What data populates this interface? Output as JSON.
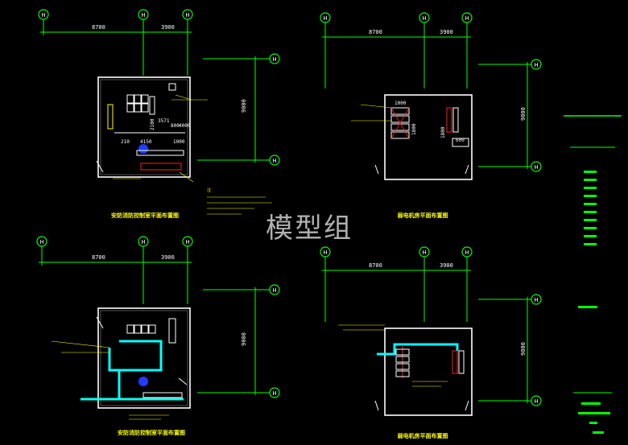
{
  "watermark": "模型组",
  "colors": {
    "background": "#000000",
    "grid_line": "#00ff00",
    "wall": "#ffffff",
    "dimension_text": "#ffffff",
    "title_text": "#ffff00",
    "annotation": "#ffff00",
    "equipment": "#ffffff",
    "red_item": "#ff2020",
    "cyan_item": "#00ffff",
    "blue_item": "#1f3cff"
  },
  "axis_tag": "H",
  "dimensions": {
    "span_left": "8700",
    "span_right": "3900",
    "depth": "9000"
  },
  "panels": [
    {
      "id": "top-left",
      "title": "安防消防控制室平面布置图"
    },
    {
      "id": "top-right",
      "title": "弱电机房平面布置图"
    },
    {
      "id": "bottom-left",
      "title": "安防消防控制室平面布置图"
    },
    {
      "id": "bottom-right",
      "title": "弱电机房平面布置图"
    }
  ],
  "inner_dims": {
    "d1": "2100",
    "d2": "3571",
    "d3": "800",
    "d4": "4000",
    "d5": "4150",
    "d6": "210",
    "d7": "1000",
    "rack_a": "1000",
    "rack_b": "1800",
    "rack_c": "600"
  },
  "notes_label": "注"
}
